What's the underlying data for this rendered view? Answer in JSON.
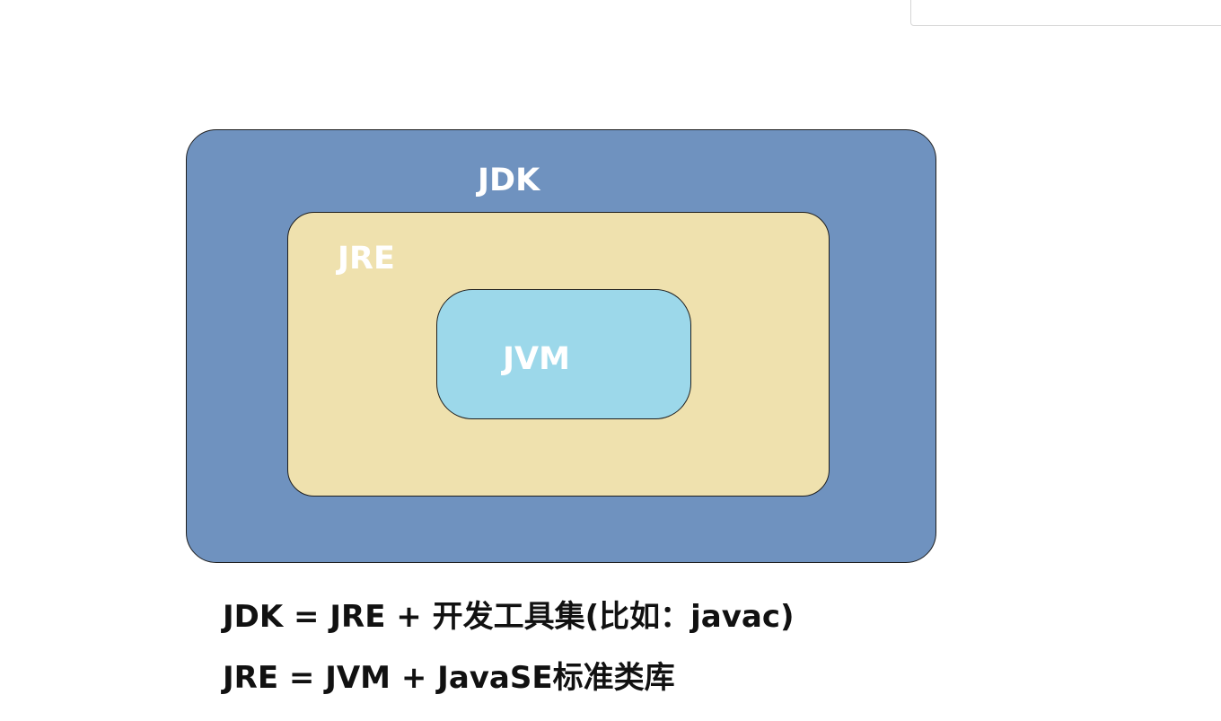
{
  "diagram": {
    "title": "",
    "layers": [
      {
        "id": "jdk",
        "label": "JDK",
        "color": "#6f92bf"
      },
      {
        "id": "jre",
        "label": "JRE",
        "color": "#efe1ae"
      },
      {
        "id": "jvm",
        "label": "JVM",
        "color": "#9cd8ea"
      }
    ],
    "formulas": [
      "JDK = JRE + 开发工具集(比如：javac)",
      "JRE = JVM + JavaSE标准类库"
    ]
  }
}
